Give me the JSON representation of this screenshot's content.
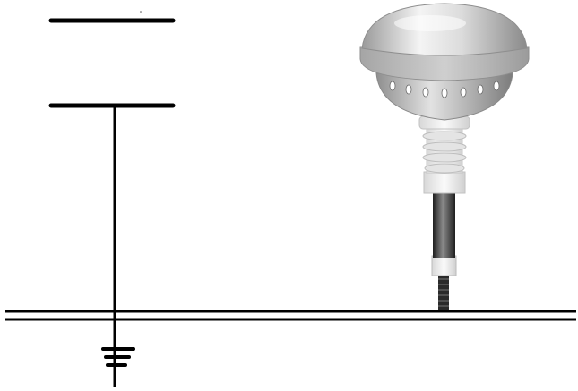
{
  "diagram": {
    "components": [
      {
        "id": "capacitor",
        "kind": "parallel-plate-capacitor"
      },
      {
        "id": "ground",
        "kind": "ground-symbol"
      },
      {
        "id": "probe",
        "kind": "electrode-probe-device"
      },
      {
        "id": "conductor",
        "kind": "double-line-conductor"
      }
    ],
    "colors": {
      "line": "#000000",
      "background": "#ffffff",
      "dome_light": "#e9e9e9",
      "dome_dark": "#8c8c8c",
      "collar": "#bdbdbd",
      "insulator": "#f2f2f2",
      "rod": "#3a3a3a"
    }
  }
}
